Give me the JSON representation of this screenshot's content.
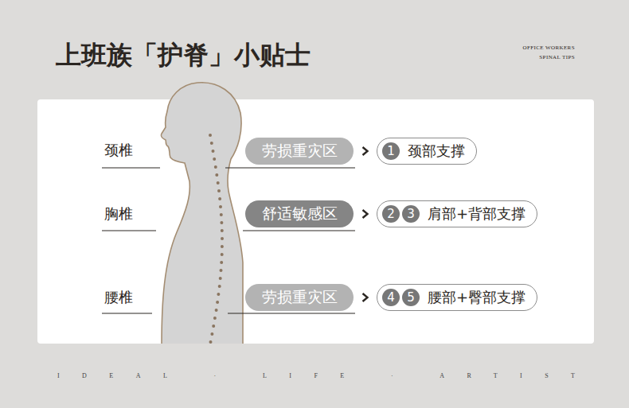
{
  "diagram": {
    "title": "上班族「护脊」小贴士",
    "nodes": [
      {
        "text": [
          "劳损重灾区"
        ]
      },
      {
        "text": [
          "颈部支撑"
        ]
      },
      {
        "text": [
          "1"
        ],
        "in": 1
      },
      {
        "text": [
          "舒适敏感区"
        ]
      },
      {
        "text": [
          "肩部+背部支撑"
        ]
      },
      {
        "text": [
          "2"
        ],
        "in": 4
      },
      {
        "text": [
          "3"
        ],
        "in": 4
      },
      {
        "text": [
          "劳损重灾区"
        ]
      },
      {
        "text": [
          "腰部+臀部支撑"
        ]
      },
      {
        "text": [
          "4"
        ],
        "in": 8
      },
      {
        "text": [
          "5"
        ],
        "in": 8
      }
    ],
    "edges": [
      {
        "from": 0,
        "to": 1,
        "arrow": "to"
      },
      {
        "from": 3,
        "to": 4,
        "arrow": "to"
      },
      {
        "from": 7,
        "to": 8,
        "arrow": "to"
      }
    ],
    "labels": [
      "OFFICE WORKERS SPINAL TIPS",
      "颈椎",
      "胸椎",
      "腰椎",
      "IDEAL · LIFE · ARTIST"
    ]
  }
}
